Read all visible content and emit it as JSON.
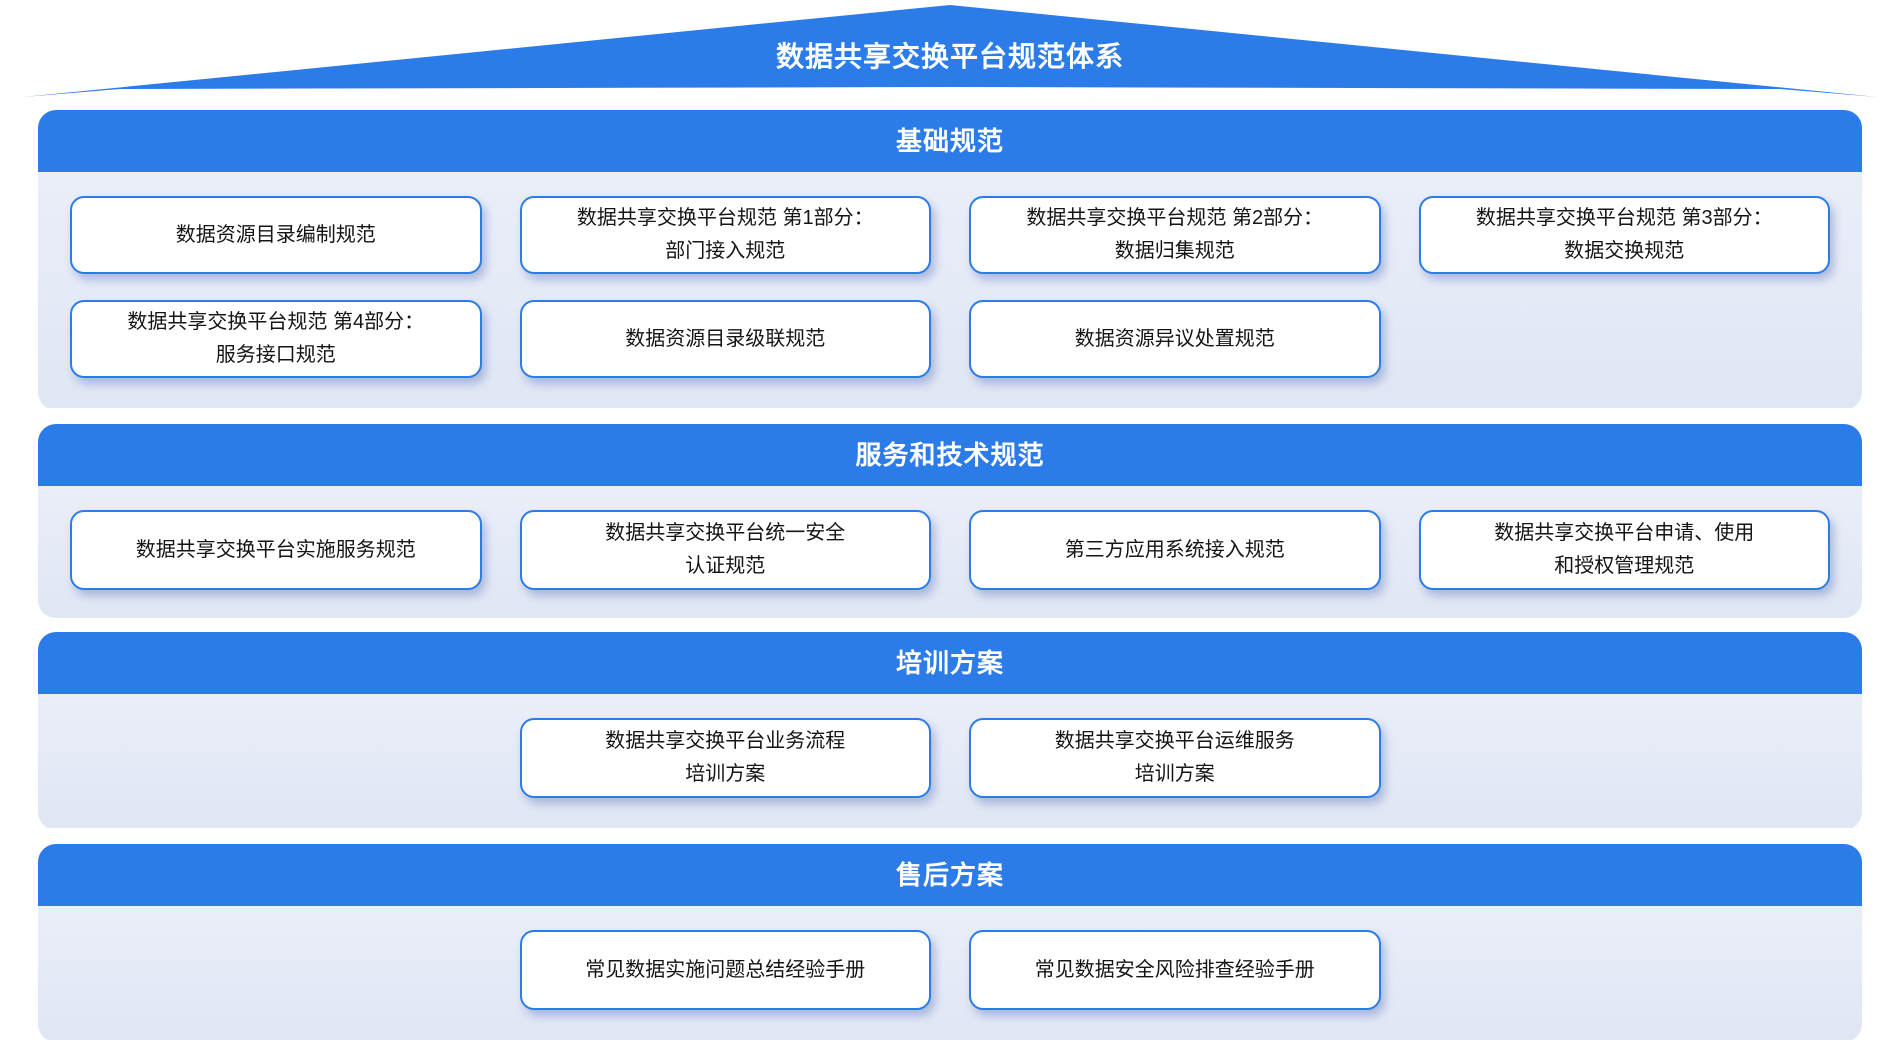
{
  "roof": {
    "title": "数据共享交换平台规范体系"
  },
  "colors": {
    "accent": "#2B7CE9",
    "panel_body_top": "#EAEEF9",
    "panel_body_bottom": "#DFE6F4",
    "card_border": "#2B7CE9",
    "card_text": "#141414"
  },
  "sections": [
    {
      "title": "基础规范",
      "cards": [
        {
          "line1": "数据资源目录编制规范"
        },
        {
          "line1": "数据共享交换平台规范 第1部分：",
          "line2": "部门接入规范"
        },
        {
          "line1": "数据共享交换平台规范 第2部分：",
          "line2": "数据归集规范"
        },
        {
          "line1": "数据共享交换平台规范 第3部分：",
          "line2": "数据交换规范"
        },
        {
          "line1": "数据共享交换平台规范 第4部分：",
          "line2": "服务接口规范"
        },
        {
          "line1": "数据资源目录级联规范"
        },
        {
          "line1": "数据资源异议处置规范"
        }
      ]
    },
    {
      "title": "服务和技术规范",
      "cards": [
        {
          "line1": "数据共享交换平台实施服务规范"
        },
        {
          "line1": "数据共享交换平台统一安全",
          "line2": "认证规范"
        },
        {
          "line1": "第三方应用系统接入规范"
        },
        {
          "line1": "数据共享交换平台申请、使用",
          "line2": "和授权管理规范"
        }
      ]
    },
    {
      "title": "培训方案",
      "cards": [
        {
          "line1": "数据共享交换平台业务流程",
          "line2": "培训方案"
        },
        {
          "line1": "数据共享交换平台运维服务",
          "line2": "培训方案"
        }
      ]
    },
    {
      "title": "售后方案",
      "cards": [
        {
          "line1": "常见数据实施问题总结经验手册"
        },
        {
          "line1": "常见数据安全风险排查经验手册"
        }
      ]
    }
  ]
}
